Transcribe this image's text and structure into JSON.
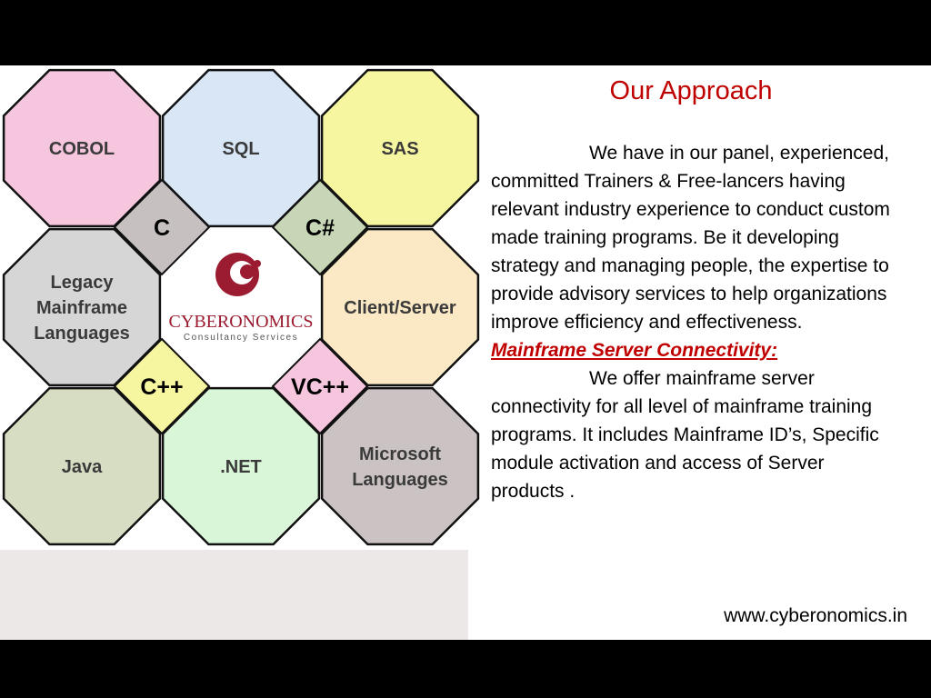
{
  "diagram": {
    "octagons": [
      {
        "label_lines": [
          "COBOL"
        ],
        "fill": "#f6c6de"
      },
      {
        "label_lines": [
          "SQL"
        ],
        "fill": "#d8e6f6"
      },
      {
        "label_lines": [
          "SAS"
        ],
        "fill": "#f6f6a0"
      },
      {
        "label_lines": [
          "Legacy",
          "Mainframe",
          "Languages"
        ],
        "fill": "#d6d6d6"
      },
      {
        "label_lines": [
          "Client/Server"
        ],
        "fill": "#fbe9c6"
      },
      {
        "label_lines": [
          "Java"
        ],
        "fill": "#d6ddc2"
      },
      {
        "label_lines": [
          ".NET"
        ],
        "fill": "#d9f6d9"
      },
      {
        "label_lines": [
          "Microsoft",
          "Languages"
        ],
        "fill": "#cbc3c3"
      }
    ],
    "diamonds": [
      {
        "label": "C",
        "fill": "#c6c0c0"
      },
      {
        "label": "C#",
        "fill": "#c6d6b6"
      },
      {
        "label": "C++",
        "fill": "#f6f6a0"
      },
      {
        "label": "VC++",
        "fill": "#f6c6de"
      }
    ],
    "logo": {
      "name": "CYBERONOMICS",
      "tagline": "Consultancy Services",
      "color": "#9b1b30"
    }
  },
  "content": {
    "title": "Our Approach",
    "para1": "We have in our panel, experienced, committed Trainers & Free-lancers having relevant industry experience to conduct custom made training programs. Be it developing strategy and managing people, the expertise to provide advisory services to help organizations improve efficiency and effectiveness.",
    "subheading": "Mainframe Server Connectivity:",
    "para2": "We offer mainframe server connectivity for all level of mainframe training programs. It includes Mainframe ID’s, Specific module activation and access of Server products ."
  },
  "footer": {
    "url": "www.cyberonomics.in"
  },
  "colors": {
    "accent": "#c00000",
    "border": "#111111"
  }
}
